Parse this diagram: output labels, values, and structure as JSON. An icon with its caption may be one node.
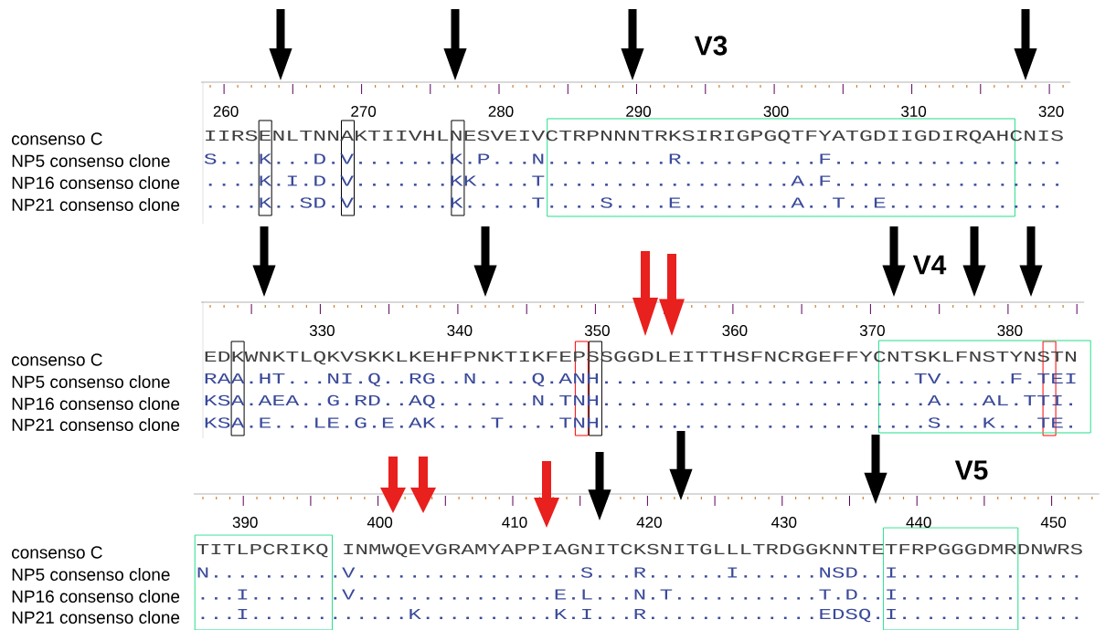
{
  "diagram": {
    "labels": [
      "V3",
      "260",
      "270",
      "280",
      "290",
      "300",
      "310",
      "320",
      "consenso C",
      "IIRSENLTNNAKTIIVHLNESVEIVCTRPNNNTRKSIRIGPGQTFYATGDIIGDIRQAHCNIS",
      "NP5 consenso clone",
      "S...K...D.V.......K.P...N.........R..........F.................",
      "NP16 consenso clone",
      "....K.I.D.V.......KK....T..................A.F.................",
      "NP21 consenso clone",
      "....K..SD.V.......K.....T....S....E........A..T..E.............",
      "V4",
      "330",
      "340",
      "350",
      "360",
      "370",
      "380",
      "consenso C",
      "EDKWNKTLQKVSKKLKEHFPNKTIKFEPSSGGDLEITTHSFNCRGEFFYCNTSKLFNSTYNSTN",
      "NP5 consenso clone",
      "RAA.HT...NI.Q..RG..N....Q.ANH.......................TV.....F.TEI",
      "NP16 consenso clone",
      "KSA.AEA..G.RD..AQ.......N.TNH........................A...AL.TTI.",
      "NP21 consenso clone",
      "KSA.E...LE.G.E.AK....T....TNH........................S...K...TE.",
      "V5",
      "390",
      "400",
      "410",
      "420",
      "430",
      "440",
      "450",
      "consenso C",
      "TITLPCRIKQ INMWQEVGRAMYAPPIAGNITCKSNITGLLLTRDGGKNNTETFRPGGGDMRDNWRS",
      "NP5 consenso clone",
      "N..........V.................S...R......I......NSD..I..............",
      "NP16 consenso clone",
      "...I.......V...............E.L...N.T...........T.D..I..............",
      "NP21 consenso clone",
      "...I............K..........K.I...R.............EDSQ.I.............."
    ]
  }
}
